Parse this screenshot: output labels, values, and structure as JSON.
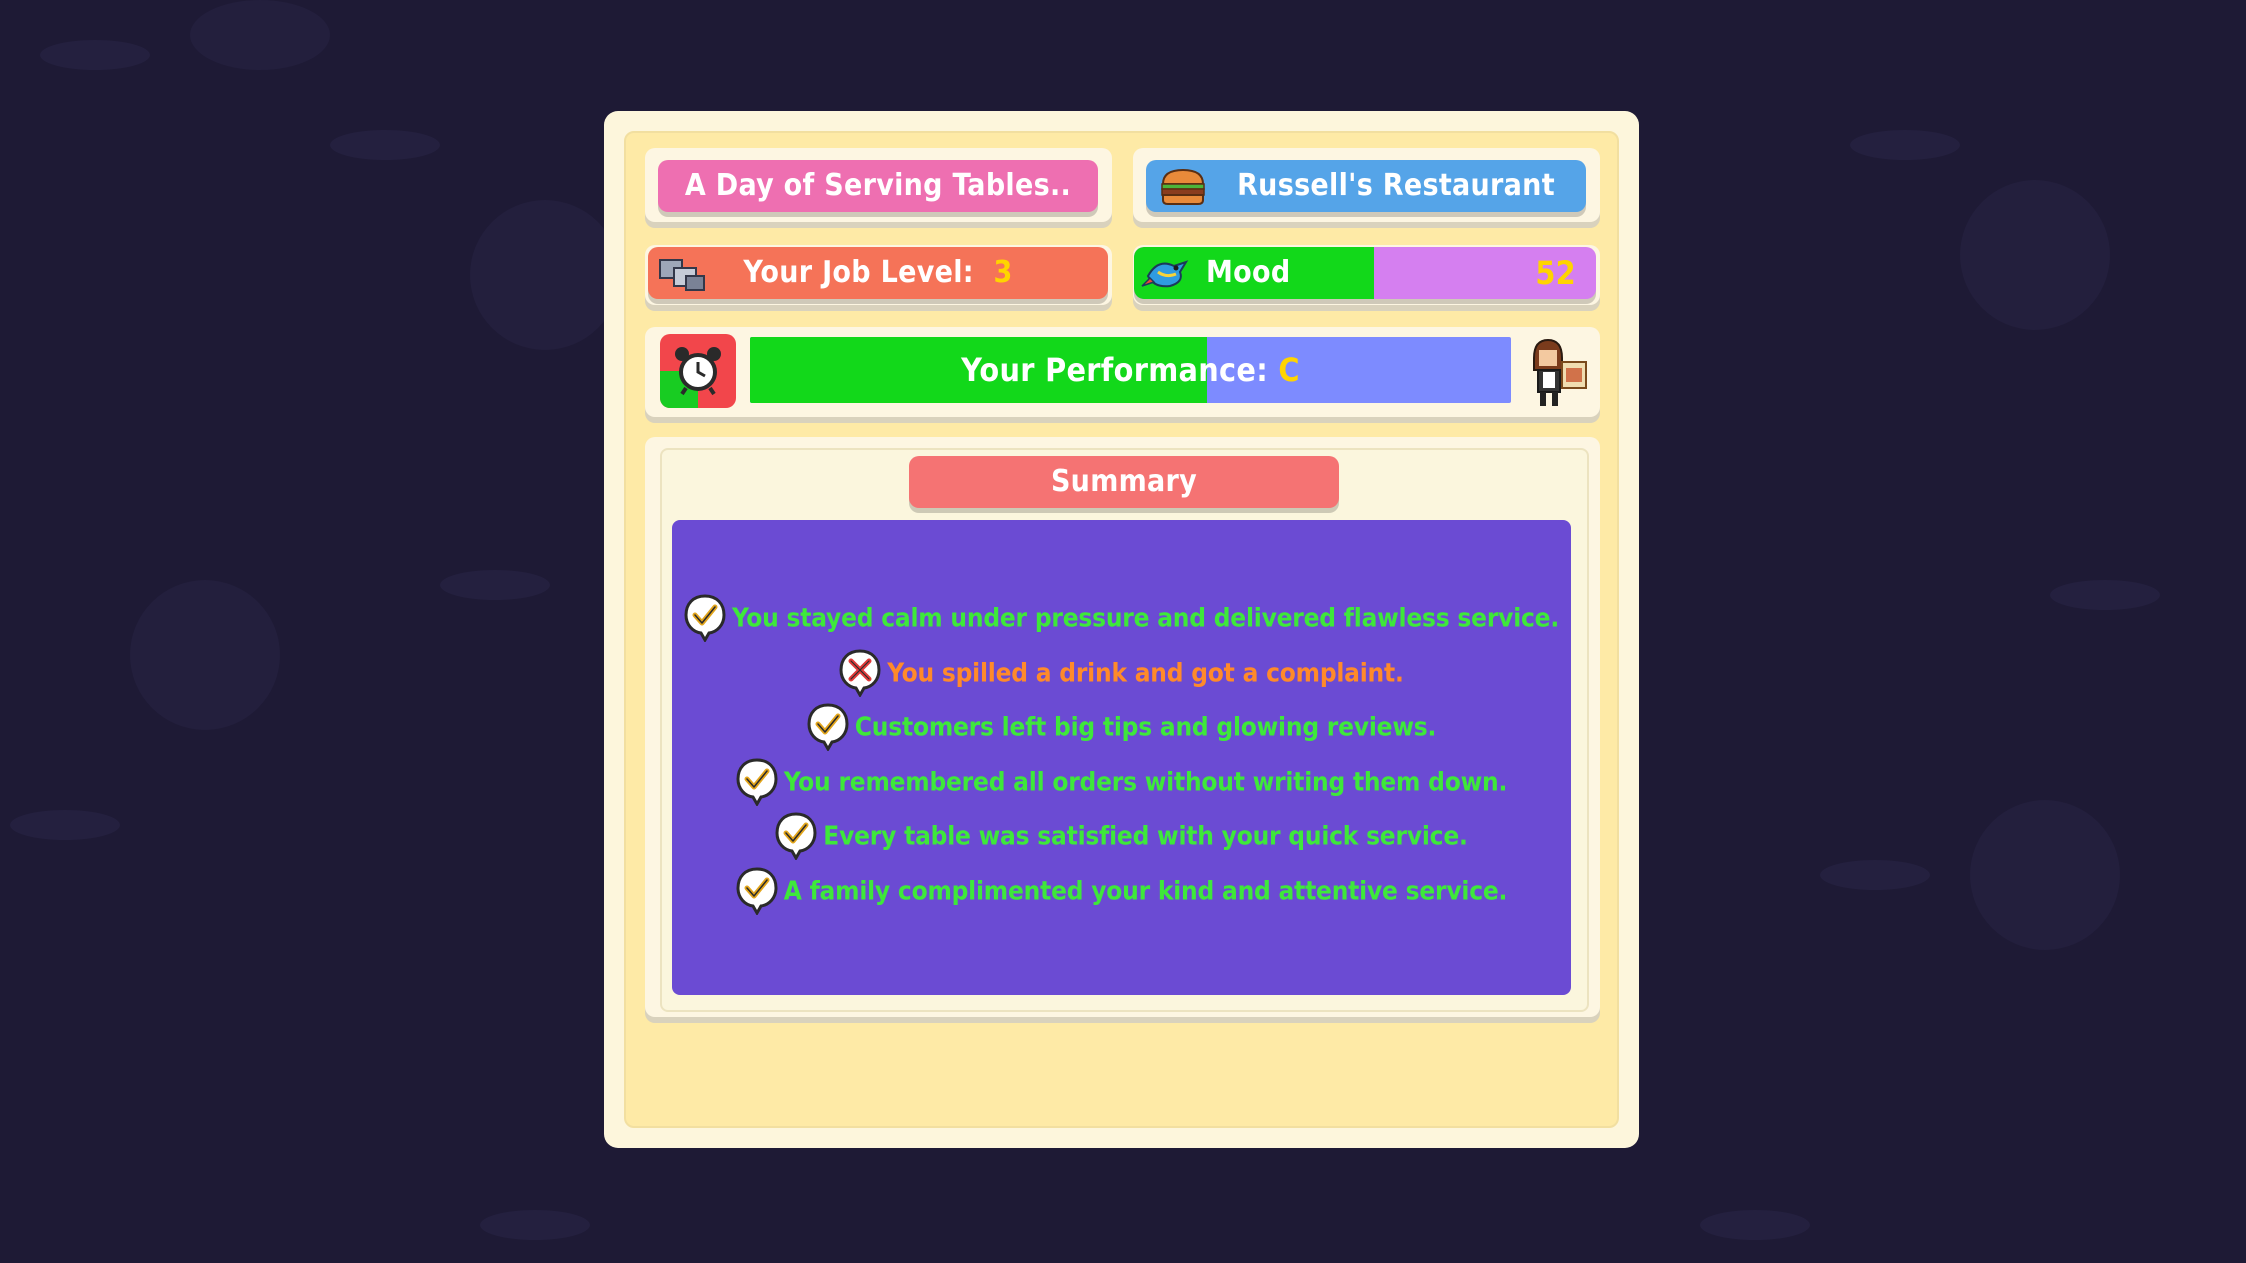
{
  "header": {
    "day_title": "A Day of Serving Tables..",
    "restaurant_name": "Russell's Restaurant"
  },
  "job": {
    "label": "Your Job Level:",
    "level": "3"
  },
  "mood": {
    "label": "Mood",
    "value": "52",
    "fraction": 0.52
  },
  "performance": {
    "label": "Your Performance:",
    "grade": "C",
    "fraction": 0.6,
    "timer_fraction": 0.25
  },
  "summary": {
    "title": "Summary",
    "items": [
      {
        "text": "You stayed calm under pressure and delivered flawless service.",
        "result": "positive"
      },
      {
        "text": "You spilled a drink and got a complaint.",
        "result": "negative"
      },
      {
        "text": "Customers left big tips and glowing reviews.",
        "result": "positive"
      },
      {
        "text": "You remembered all orders without writing them down.",
        "result": "positive"
      },
      {
        "text": "Every table was satisfied with your quick service.",
        "result": "positive"
      },
      {
        "text": "A family complimented your kind and attentive service.",
        "result": "positive"
      }
    ]
  },
  "colors": {
    "positive": "#3ee83a",
    "negative": "#ff8a2a",
    "summary_bg": "#6b4bd3",
    "mood_fill": "#12d81a",
    "mood_track": "#d57ff0",
    "performance_fill": "#12d81a",
    "performance_track": "#7d8bff"
  },
  "icons": {
    "restaurant": "burger-icon",
    "job": "computer-icon",
    "mood": "bird-icon",
    "timer": "alarm-clock-icon",
    "worker": "waitress-avatar-icon"
  }
}
